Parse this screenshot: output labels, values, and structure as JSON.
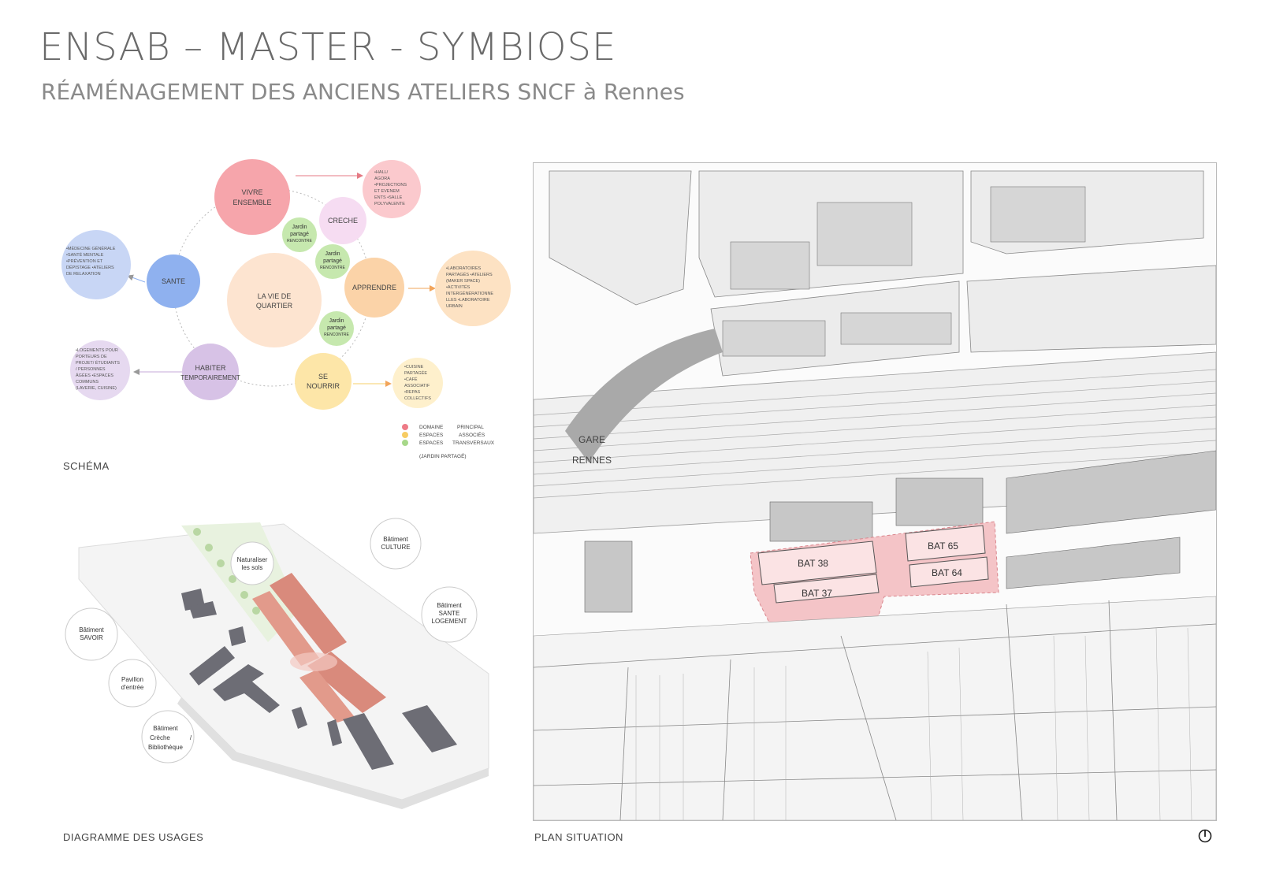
{
  "header": {
    "title": "ENSAB – MASTER - SYMBIOSE",
    "subtitle": "RÉAMÉNAGEMENT DES ANCIENS ATELIERS SNCF à Rennes"
  },
  "schema": {
    "caption": "SCHÉMA",
    "nodes": {
      "vivre": [
        "VIVRE",
        "ENSEMBLE"
      ],
      "creche": "CRECHE",
      "sante": "SANTE",
      "quartier": [
        "LA VIE DE",
        "QUARTIER"
      ],
      "apprendre": "APPRENDRE",
      "habiter": [
        "HABITER",
        "TEMPORAIREMENT"
      ],
      "nourrir": [
        "SE",
        "NOURRIR"
      ],
      "jardin1": [
        "Jardin",
        "partagé",
        "RENCONTRE"
      ],
      "jardin2": [
        "Jardin",
        "partagé",
        "RENCONTRE"
      ],
      "jardin3": [
        "Jardin",
        "partagé",
        "RENCONTRE"
      ]
    },
    "notes": {
      "vivre": [
        "•HALL/",
        "AGORA",
        "•PROJECTIONS",
        "ET EVENEM",
        "ENTS •SALLE",
        "POLYVALENTE"
      ],
      "sante": [
        "•MÉDECINE GÉNÉRALE",
        "•SANTÉ MENTALE",
        "•PRÉVENTION ET",
        "DÉPISTAGE •ATELIERS",
        "DE RELAXATION"
      ],
      "apprendre": [
        "•LABORATOIRES",
        "PARTAGÉS •ATELIERS",
        "(MAKER SPACE)",
        "•ACTIVITÉS",
        "INTERGÉNÉRATIONNE",
        "LLES •LABORATOIRE",
        "URBAIN"
      ],
      "habiter": [
        "•LOGEMENTS POUR",
        "PORTEURS DE",
        "PROJET/ ÉTUDIANTS",
        "/ PERSONNES",
        "ÂGÉES •ESPACES",
        "COMMUNS",
        "(LAVERIE, CUISINE)"
      ],
      "nourrir": [
        "•CUISINE",
        "PARTAGÉE",
        "•CAFÉ",
        "ASSOCIATIF",
        "•REPAS",
        "COLLECTIFS"
      ]
    },
    "legend": [
      {
        "label": "DOMAINE",
        "label2": "PRINCIPAL",
        "color": "#ee7b87"
      },
      {
        "label": "ESPACES",
        "label2": "ASSOCIÉS",
        "color": "#f7cc63"
      },
      {
        "label": "ESPACES",
        "label2": "TRANSVERSAUX",
        "color": "#a7d889"
      }
    ],
    "legend_note": "(JARDIN PARTAGÉ)",
    "colors": {
      "vivre": "#f6a5ab",
      "creche": "#f6dcf2",
      "sante": "#8fb1ef",
      "sante_note": "#c8d6f5",
      "quartier": "#fde4d0",
      "apprendre": "#fbd3a8",
      "apprendre_note": "#fde2c3",
      "habiter": "#d7c2e6",
      "habiter_note": "#e6d9f0",
      "nourrir": "#fde6a8",
      "nourrir_note": "#fef0cc",
      "vivre_note": "#fbc9cd",
      "jardin": "#c6e8ae"
    }
  },
  "axo": {
    "caption": "DIAGRAMME DES USAGES",
    "labels": {
      "culture": [
        "Bâtiment",
        "CULTURE"
      ],
      "naturaliser": [
        "Naturaliser",
        "les sols"
      ],
      "sante": [
        "Bâtiment",
        "SANTE",
        "LOGEMENT"
      ],
      "savoir": [
        "Bâtiment",
        "SAVOIR"
      ],
      "pavillon": [
        "Pavillon",
        "d'entrée"
      ],
      "creche": [
        "Bâtiment",
        "Crèche",
        "/",
        "Bibliothèque"
      ]
    }
  },
  "map": {
    "caption": "PLAN SITUATION",
    "gare": [
      "GARE",
      "RENNES"
    ],
    "buildings": [
      "BAT 38",
      "BAT 37",
      "BAT 65",
      "BAT 64"
    ],
    "highlight_color": "#f4c4c7"
  },
  "north_icon": "north-arrow-icon"
}
